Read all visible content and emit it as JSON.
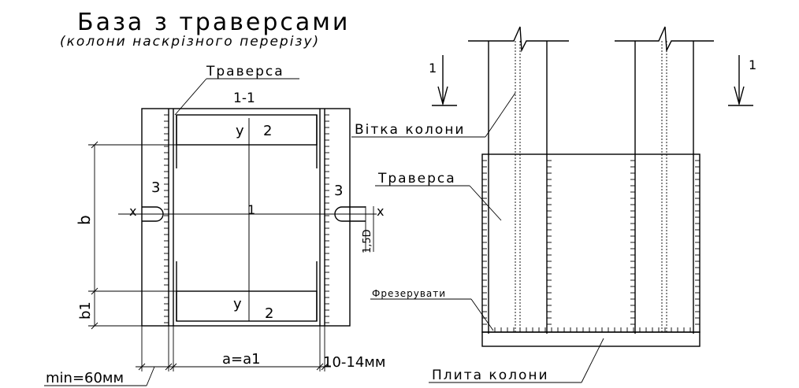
{
  "title": "База з траверсами",
  "subtitle": "(колони наскрізного перерізу)",
  "plan": {
    "traversa_label": "Траверса",
    "section_label": "1-1",
    "axis_y_top": "у",
    "axis_y_bottom": "у",
    "axis_x_left": "х",
    "axis_x_right": "х",
    "axis_number": "1",
    "num_2_top": "2",
    "num_2_bottom": "2",
    "num_3_left": "3",
    "num_3_right": "3",
    "hole_dim": "1,5D",
    "dim_b": "b",
    "dim_b1": "b1",
    "dim_a": "a=a1",
    "dim_gap": "10-14мм",
    "dim_min": "min=60мм"
  },
  "elevation": {
    "section_mark_left": "1",
    "section_mark_right": "1",
    "vitka_label": "Вітка колони",
    "traversa_label": "Траверса",
    "frezeruvaty_label": "Фрезерувати",
    "plyta_label": "Плита колони"
  }
}
